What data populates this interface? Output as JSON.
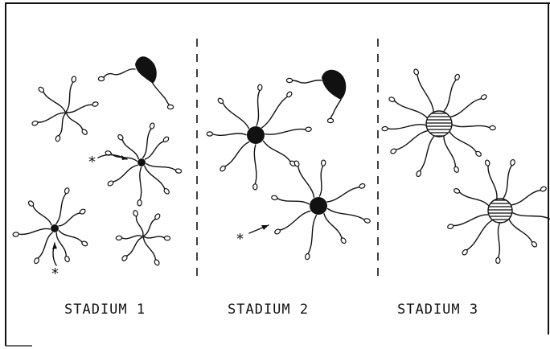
{
  "stages": [
    {
      "label": "STADIUM 1"
    },
    {
      "label": "STADIUM 2"
    },
    {
      "label": "STADIUM 3"
    }
  ],
  "legend": {
    "star_marker": "*",
    "core_filled_color": "#111111",
    "core_striped": "striped"
  },
  "particles": [
    {
      "kind": "open",
      "stage": 1,
      "arms": 6,
      "seed": 1
    },
    {
      "kind": "dot-small",
      "stage": 1,
      "arms": 8,
      "seed": 2
    },
    {
      "kind": "dot-small",
      "stage": 1,
      "arms": 7,
      "seed": 3
    },
    {
      "kind": "open",
      "stage": 1,
      "arms": 6,
      "seed": 4
    },
    {
      "kind": "filled",
      "stage": 2,
      "arms": 8,
      "seed": 5
    },
    {
      "kind": "filled",
      "stage": 2,
      "arms": 8,
      "seed": 6
    },
    {
      "kind": "striped",
      "stage": 3,
      "arms": 10,
      "seed": 7
    },
    {
      "kind": "striped",
      "stage": 3,
      "arms": 9,
      "seed": 8
    }
  ]
}
